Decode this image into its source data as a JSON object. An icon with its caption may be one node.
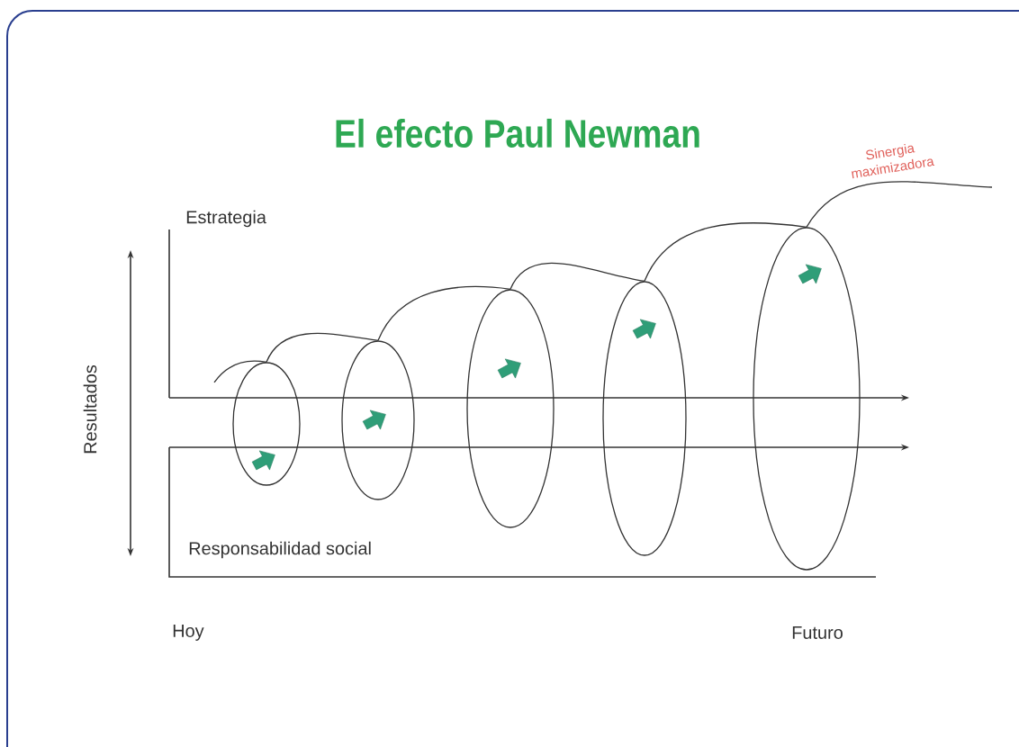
{
  "diagram": {
    "title": "El efecto Paul Newman",
    "nodes": [
      {
        "text": [],
        "shape": "ellipse"
      },
      {
        "text": [],
        "shape": "ellipse"
      },
      {
        "text": [],
        "shape": "ellipse"
      },
      {
        "text": [],
        "shape": "ellipse"
      },
      {
        "text": [],
        "shape": "ellipse"
      }
    ],
    "edges": [
      {
        "from": null,
        "to": 0,
        "arrow": "none"
      },
      {
        "from": 0,
        "to": 1,
        "arrow": "none"
      },
      {
        "from": 1,
        "to": 2,
        "arrow": "none"
      },
      {
        "from": 2,
        "to": 3,
        "arrow": "none"
      },
      {
        "from": 3,
        "to": 4,
        "arrow": "none"
      },
      {
        "from": 4,
        "to": null,
        "arrow": "none"
      }
    ],
    "labels": [
      "Sinergia maximizadora",
      "Estrategia",
      "Resultados",
      "Responsabilidad social",
      "Hoy",
      "Futuro"
    ]
  }
}
